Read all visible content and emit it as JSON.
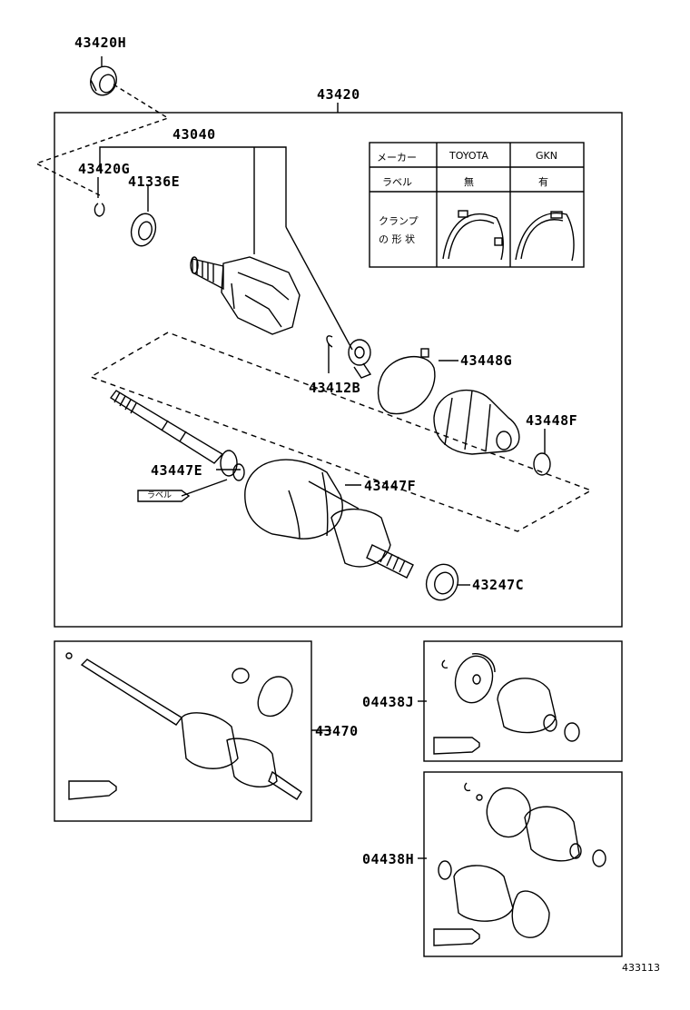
{
  "labels": {
    "p43420H": "43420H",
    "p43420": "43420",
    "p43040": "43040",
    "p43420G": "43420G",
    "p41336E": "41336E",
    "p43412B": "43412B",
    "p43448G": "43448G",
    "p43448F": "43448F",
    "p43447E": "43447E",
    "p43447F": "43447F",
    "p43247C": "43247C",
    "p43470": "43470",
    "p04438J": "04438J",
    "p04438H": "04438H",
    "label_tag": "ラベル",
    "diagram_code": "433113"
  },
  "table": {
    "h_maker": "メーカー",
    "h_toyota": "TOYOTA",
    "h_gkn": "GKN",
    "r_label": "ラベル",
    "v_toyota_label": "無",
    "v_gkn_label": "有",
    "r_clamp_line1": "クランプ",
    "r_clamp_line2": "の 形 状"
  }
}
